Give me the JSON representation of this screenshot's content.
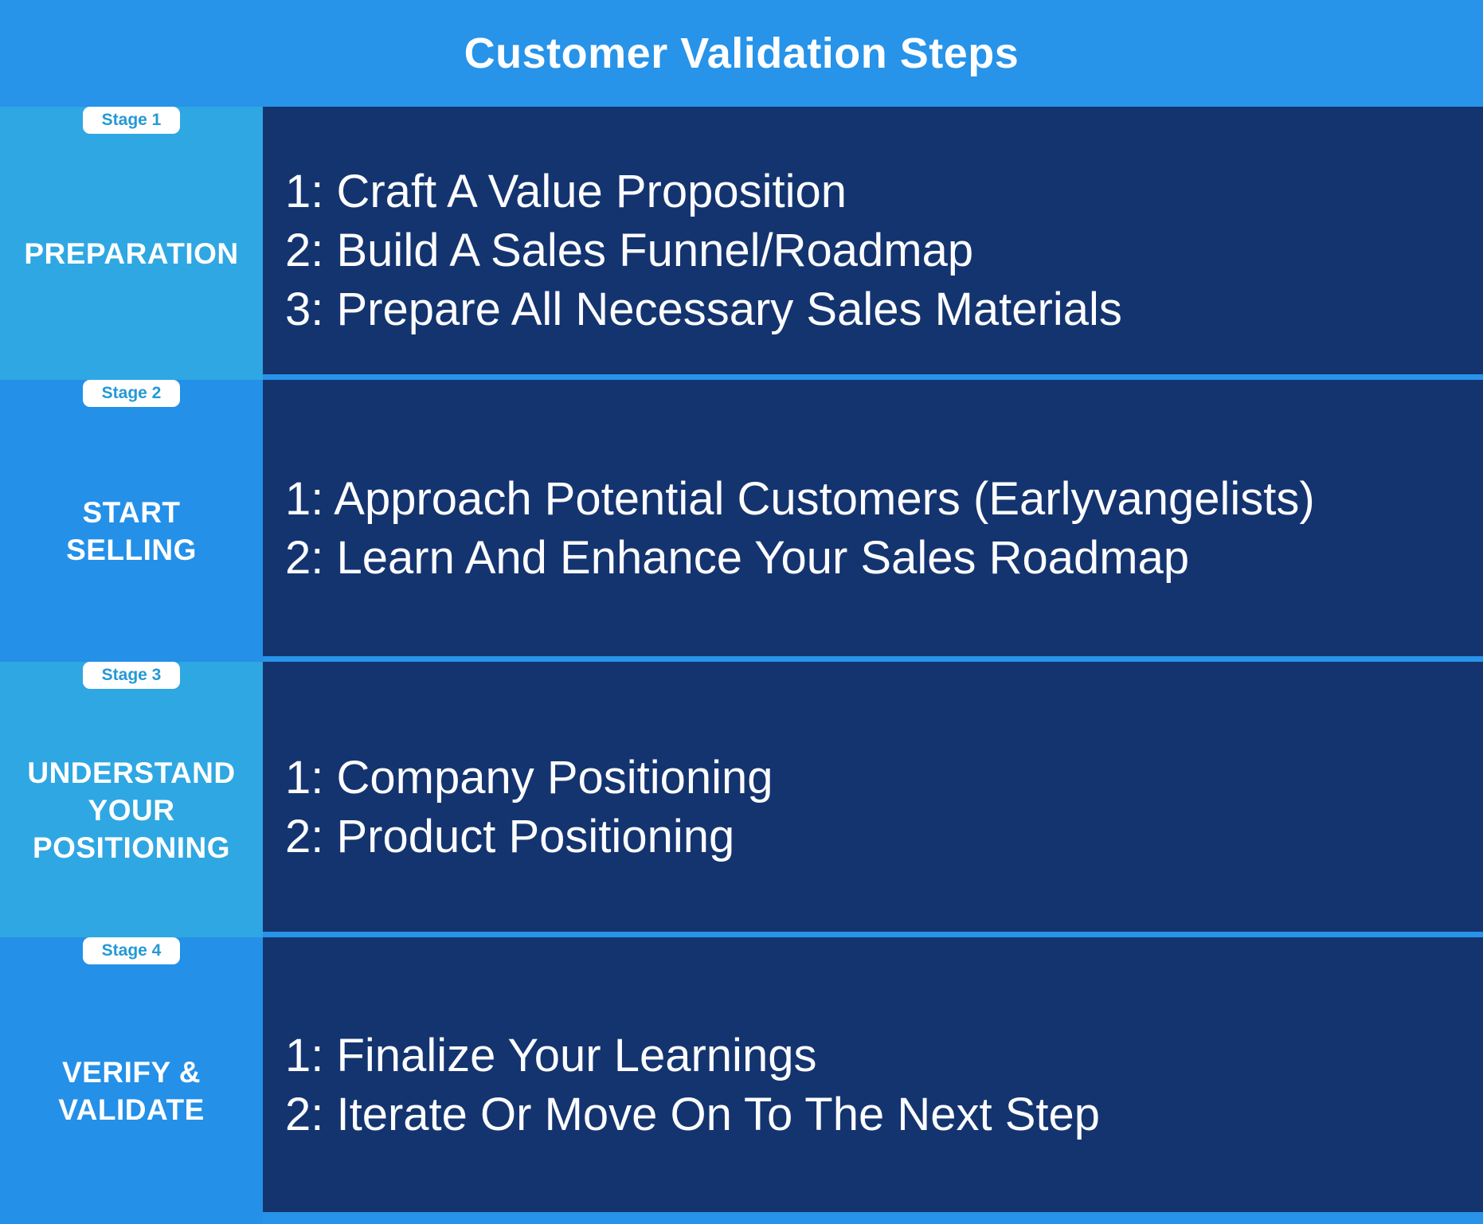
{
  "header": {
    "title": "Customer Validation Steps"
  },
  "colors": {
    "background_blue": "#2793e9",
    "sidebar_light_blue": "#2fa7e2",
    "sidebar_medium_blue": "#2490e8",
    "panel_navy": "#143470",
    "badge_background": "#ffffff",
    "badge_text_blue": "#2499d6",
    "text_white": "#ffffff"
  },
  "stages": [
    {
      "badge": "Stage 1",
      "name": "PREPARATION",
      "name_lines": [
        "PREPARATION"
      ],
      "items": [
        "1: Craft A Value Proposition",
        "2: Build A Sales Funnel/Roadmap",
        "3: Prepare All Necessary Sales Materials"
      ]
    },
    {
      "badge": "Stage 2",
      "name": "START SELLING",
      "name_lines": [
        "START",
        "SELLING"
      ],
      "items": [
        "1: Approach Potential Customers (Earlyvangelists)",
        "2: Learn And Enhance Your Sales Roadmap"
      ]
    },
    {
      "badge": "Stage 3",
      "name": "UNDERSTAND YOUR POSITIONING",
      "name_lines": [
        "UNDERSTAND",
        "YOUR",
        "POSITIONING"
      ],
      "items": [
        "1: Company Positioning",
        "2: Product Positioning"
      ]
    },
    {
      "badge": "Stage 4",
      "name": "VERIFY & VALIDATE",
      "name_lines": [
        "VERIFY &",
        "VALIDATE"
      ],
      "items": [
        "1: Finalize Your Learnings",
        "2: Iterate Or Move On To The Next Step"
      ]
    }
  ]
}
